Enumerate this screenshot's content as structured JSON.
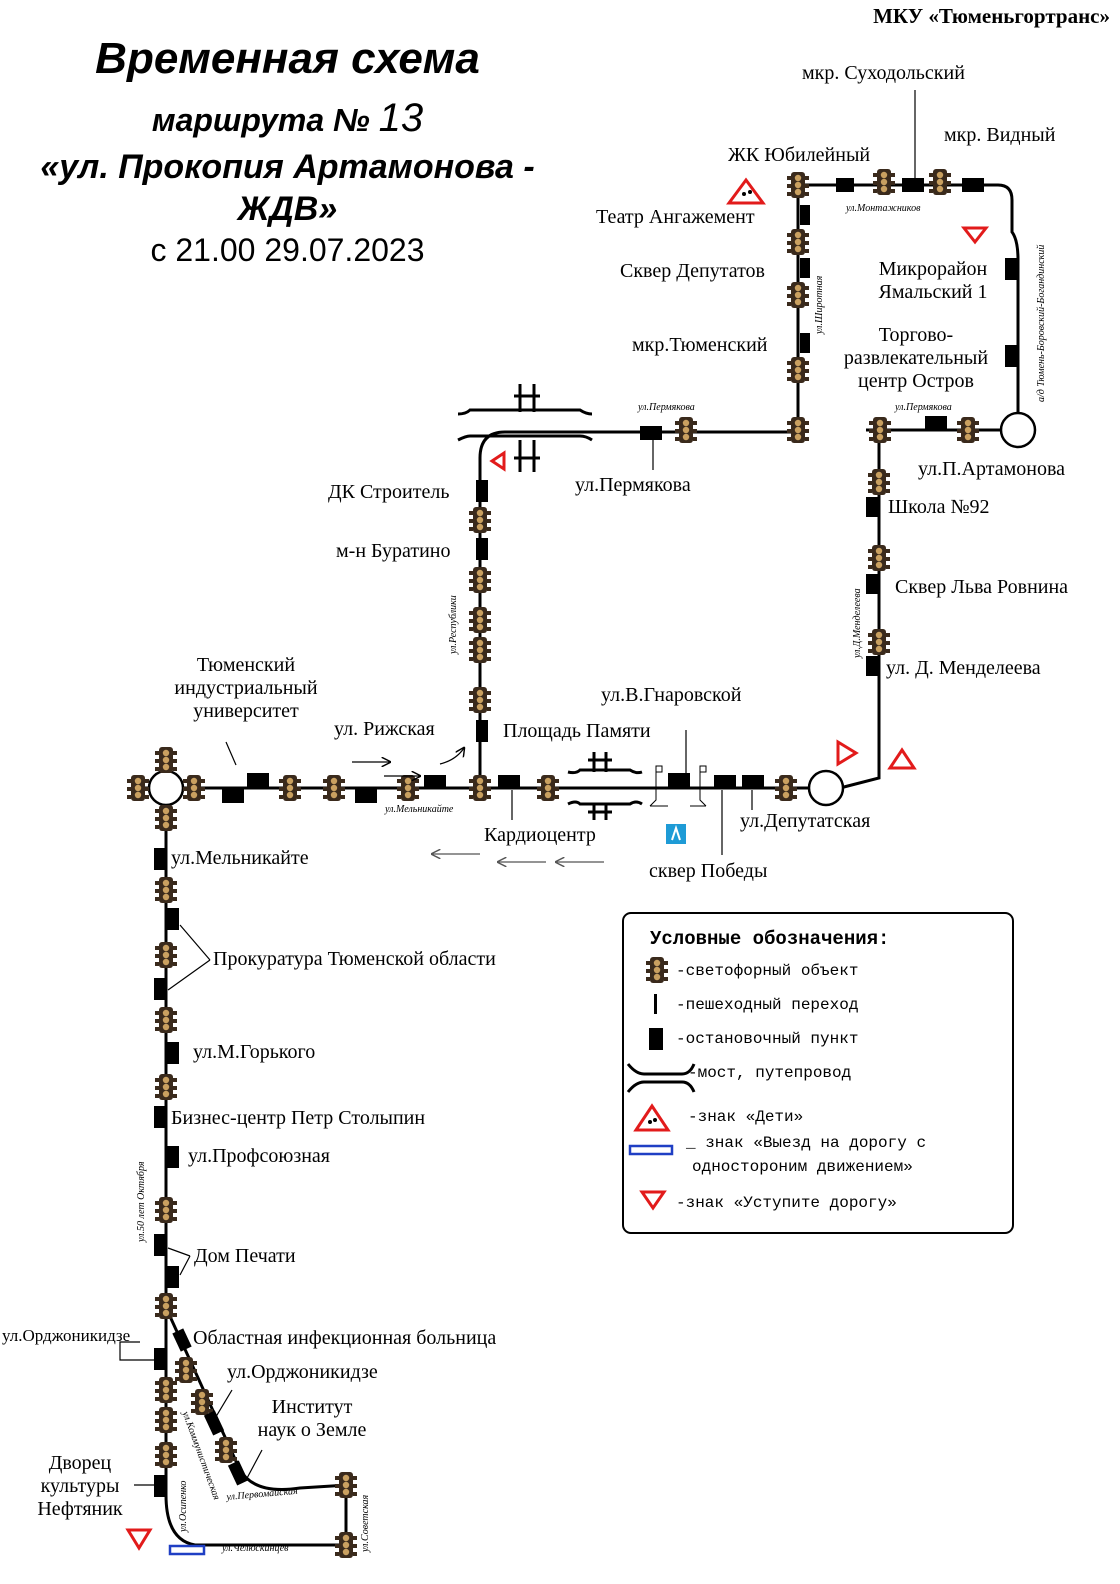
{
  "header": {
    "organization": "МКУ «Тюменьгортранс»",
    "title_line1": "Временная схема",
    "title_line2_prefix": "маршрута №",
    "route_number": "13",
    "title_line3": "«ул. Прокопия Артамонова - ЖДВ»",
    "valid_from": "с 21.00 29.07.2023"
  },
  "stops": {
    "suhodolsky": "мкр. Суходольский",
    "vidny": "мкр. Видный",
    "yubileyny": "ЖК Юбилейный",
    "angazhement": "Театр Ангажемент",
    "skver_deputatov": "Сквер Депутатов",
    "tyumensky": "мкр.Тюменский",
    "yamalsky_1": "Микрорайон",
    "yamalsky_2": "Ямальский 1",
    "ostrov_1": "Торгово-",
    "ostrov_2": "развлекательный",
    "ostrov_3": "центр Остров",
    "permyakova": "ул.Пермякова",
    "artamonova": "ул.П.Артамонова",
    "dk_stroitel": "ДК Строитель",
    "buratino": "м-н Буратино",
    "shkola92": "Школа №92",
    "skver_rovnina": "Сквер Льва Ровнина",
    "mendeleeva": "ул. Д. Менделеева",
    "tiu_1": "Тюменский",
    "tiu_2": "индустриальный",
    "tiu_3": "университет",
    "rizhskaya": "ул. Рижская",
    "ploshchad_pamyati": "Площадь Памяти",
    "gnarovskoy": "ул.В.Гнаровской",
    "kardiocentr": "Кардиоцентр",
    "deputatskaya": "ул.Депутатская",
    "skver_pobedy": "сквер Победы",
    "melnikaite": "ул.Мельникайте",
    "prokuratura": "Прокуратура Тюменской области",
    "gorkogo": "ул.М.Горького",
    "stolypin": "Бизнес-центр Петр Столыпин",
    "profsoyuznaya": "ул.Профсоюзная",
    "dom_pechati": "Дом Печати",
    "ordzhonikidze_left": "ул.Орджоникидзе",
    "infekc": "Областная инфекционная больница",
    "ordzhonikidze": "ул.Орджоникидзе",
    "institut_1": "Институт",
    "institut_2": "наук о Земле",
    "dvorec_1": "Дворец",
    "dvorec_2": "культуры",
    "dvorec_3": "Нефтяник"
  },
  "streets": {
    "montazhnikov": "ул.Монтажников",
    "shirotnaya": "ул.Широтная",
    "permyakova_1": "ул.Пермякова",
    "permyakova_2": "ул.Пермякова",
    "tyumen_borovsky": "а/д Тюмень-Боровский-Богандинский",
    "respubliki": "ул.Республики",
    "mendeleeva": "ул.Д.Менделеева",
    "melnikaite": "ул.Мельникайте",
    "50_let_oktyabrya": "ул.50 лет Октября",
    "kommunisticheskaya": "ул.Коммунистическая",
    "pervomayskaya": "ул.Первомайская",
    "sovetskaya": "ул.Советская",
    "osipenko": "ул.Осипенко",
    "chelyuskincev": "ул.Челюскинцев"
  },
  "legend": {
    "title": "Условные обозначения:",
    "traffic_light": "-светофорный объект",
    "crossing": "-пешеходный переход",
    "stop": "-остановочный пункт",
    "bridge": "-мост, путепровод",
    "children": "-знак «Дети»",
    "oneway_1": "_ знак «Выезд на дорогу с",
    "oneway_2": "одностороним движением»",
    "yield": "-знак «Уступите дорогу»"
  },
  "colors": {
    "route_line": "#000000",
    "warning_red": "#e21b1b",
    "oneway_blue": "#1f3fc4",
    "park_blue": "#1e9bd6",
    "traffic_light_body": "#3a2a1c"
  },
  "icons": {
    "traffic_light": "traffic-light-icon",
    "stop": "bus-stop-icon",
    "children": "children-sign-icon",
    "yield": "yield-sign-icon",
    "oneway": "oneway-sign-icon",
    "roundabout": "roundabout-icon",
    "bridge": "bridge-icon",
    "park": "monument-icon"
  }
}
